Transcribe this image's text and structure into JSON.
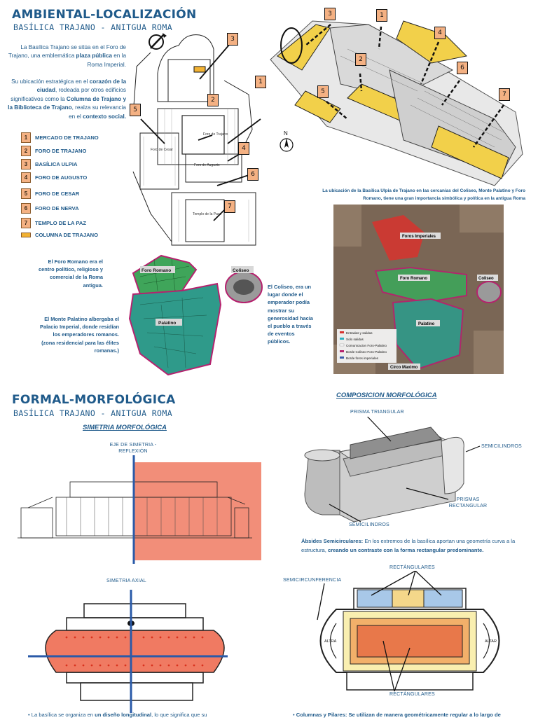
{
  "section1": {
    "title": "AMBIENTAL-LOCALIZACIÓN",
    "subtitle": "BASÍLICA TRAJANO - ANITGUA ROMA",
    "intro_parts": [
      {
        "t": "La Basílica Trajano se sitúa en el Foro de Trajano, una emblemática ",
        "b": false
      },
      {
        "t": "plaza pública",
        "b": true
      },
      {
        "t": " en la Roma Imperial.",
        "b": false
      }
    ],
    "intro2_parts": [
      {
        "t": "Su ubicación estratégica en el ",
        "b": false
      },
      {
        "t": "corazón de la ciudad",
        "b": true
      },
      {
        "t": ", rodeada por otros edificios significativos como la ",
        "b": false
      },
      {
        "t": "Columna de Trajano y la Biblioteca de Trajano",
        "b": true
      },
      {
        "t": ", realza su relevancia en el ",
        "b": false
      },
      {
        "t": "contexto social.",
        "b": true
      }
    ],
    "legend": [
      {
        "num": "1",
        "label": "MERCADO DE TRAJANO"
      },
      {
        "num": "2",
        "label": "FORO DE TRAJANO"
      },
      {
        "num": "3",
        "label": "BASÍLICA ULPIA"
      },
      {
        "num": "4",
        "label": "FORO DE AUGUSTO"
      },
      {
        "num": "5",
        "label": "FORO DE CESAR"
      },
      {
        "num": "6",
        "label": "FORO DE NERVA"
      },
      {
        "num": "7",
        "label": "TEMPLO DE LA PAZ"
      }
    ],
    "legend_column": "COLUMNA DE TRAJANO",
    "plan_labels": {
      "foro_cesar": "Foro de Cesar",
      "foro_trajano": "Foro de Trajano",
      "foro_augusto": "Foro de Augusto",
      "templo_paz": "Templo de la Pace"
    },
    "north": "N",
    "aerial_caption": "La ubicación de la Basílica Ulpia de Trajano en las cercanías del Coliseo, Monte Palatino y Foro Romano, tiene una gran importancia simbólica y política en la antigua Roma",
    "foro_romano_text": "El Foro Romano era el centro político, religioso y comercial de la Roma antigua.",
    "palatino_text": "El Monte Palatino albergaba el Palacio Imperial, donde residían los emperadores romanos. (zona residencial para las élites romanas.)",
    "coliseo_text": "El Coliseo, era un lugar donde el emperador podía mostrar su generosidad hacia el pueblo a través de eventos públicos.",
    "map_labels": {
      "foro_romano": "Foro Romano",
      "coliseo": "Coliseo",
      "palatino": "Palatino",
      "foro_imperiales": "Foros Imperiales",
      "circo": "Circo Maximo"
    },
    "map_legend": [
      "Entradas y salidas",
      "Solo salidas",
      "Comunicacion Foro-Palatino",
      "Borde Coliseo-Foro-Palatino",
      "Borde foros imperiales"
    ]
  },
  "section2": {
    "title": "FORMAL-MORFOLÓGICA",
    "subtitle": "BASÍLICA TRAJANO - ANITGUA ROMA",
    "simetria_heading": "SIMETRIA MORFOLÓGICA",
    "eje_label": "EJE DE SIMETRIA - REFLEXIÓN",
    "simetria_axial": "SIMETRIA AXIAL",
    "composicion_heading": "COMPOSICION MORFOLÓGICA",
    "prisma_triangular": "PRISMA TRIANGULAR",
    "semicilindros_r": "SEMICILINDROS",
    "prismas_rect": "PRISMAS RECTANGULAR",
    "semicilindros_l": "SEMICILINDROS",
    "absides_parts": [
      {
        "t": "Ábsides Semicirculares:",
        "b": true
      },
      {
        "t": " En los extremos de la basílica aportan una geometría curva a la estructura, ",
        "b": false
      },
      {
        "t": "creando un contraste con la forma rectangular predominante.",
        "b": true
      }
    ],
    "semicircunferencia": "SEMICIRCUNFERENCIA",
    "rectangulares_top": "RECTÁNGULARES",
    "rectangulares_bottom": "RECTÁNGULARES",
    "altar_l": "ALTRA",
    "altar_r": "ALTAR",
    "bottom_left_parts": [
      {
        "t": "La basílica se organiza en ",
        "b": false
      },
      {
        "t": "un diseño longitudinal",
        "b": true
      },
      {
        "t": ", lo que significa que su",
        "b": false
      }
    ],
    "bottom_right_parts": [
      {
        "t": "Columnas y Pilares:",
        "b": true
      },
      {
        "t": "  Se utilizan de manera geométricamente regular a lo largo de",
        "b": true
      }
    ]
  },
  "colors": {
    "accent": "#1f5a8a",
    "highlight": "#f2b233",
    "legend_box": "#f4b183",
    "red_overlay": "#f07a62",
    "green": "#3fa55a",
    "teal": "#2f9a8a"
  }
}
